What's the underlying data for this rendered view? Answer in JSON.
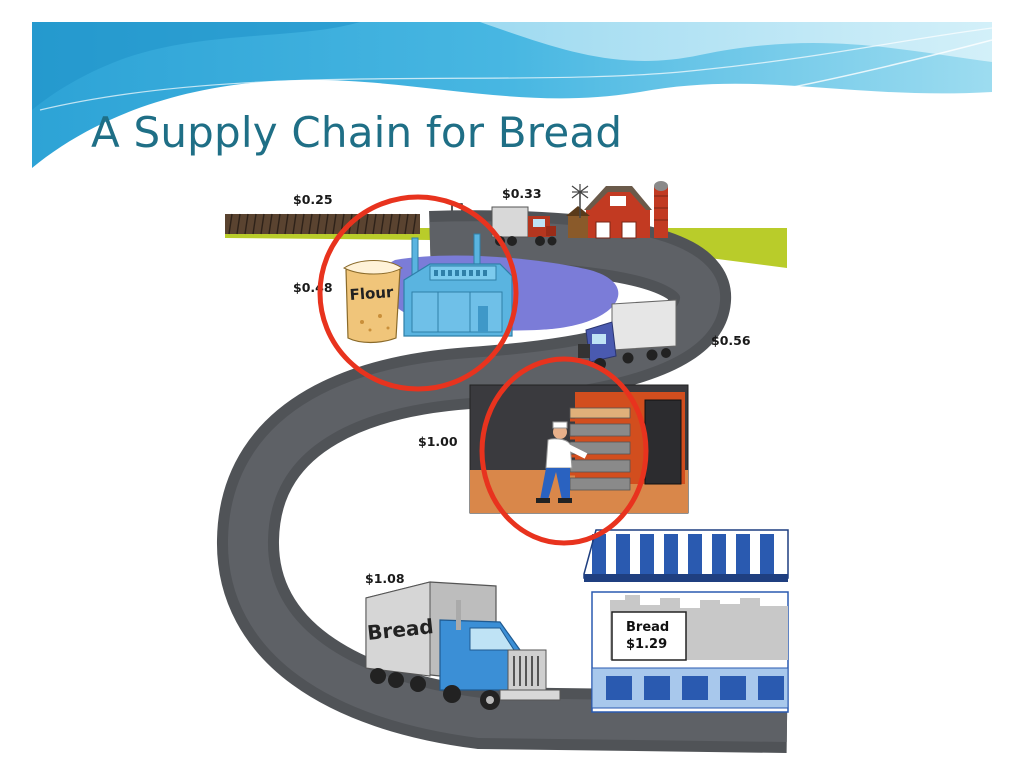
{
  "slide": {
    "title": "A Supply Chain for Bread"
  },
  "stages": [
    {
      "stage": "farm field",
      "price": "$0.25"
    },
    {
      "stage": "truck from farm",
      "price": "$0.33"
    },
    {
      "stage": "flour mill",
      "price": "$0.48",
      "highlighted": true
    },
    {
      "stage": "truck to bakery",
      "price": "$0.56"
    },
    {
      "stage": "bakery",
      "price": "$1.00",
      "highlighted": true
    },
    {
      "stage": "delivery truck",
      "price": "$1.08"
    },
    {
      "stage": "store",
      "price": "$1.29"
    }
  ],
  "labels": {
    "flour_bag": "Flour",
    "truck_side": "Bread",
    "store_sign_name": "Bread",
    "store_sign_price": "$1.29"
  },
  "colors": {
    "title": "#1f6f86",
    "highlight_circle": "#e8331e",
    "road": "#505357",
    "factory": "#5ab4e0"
  }
}
